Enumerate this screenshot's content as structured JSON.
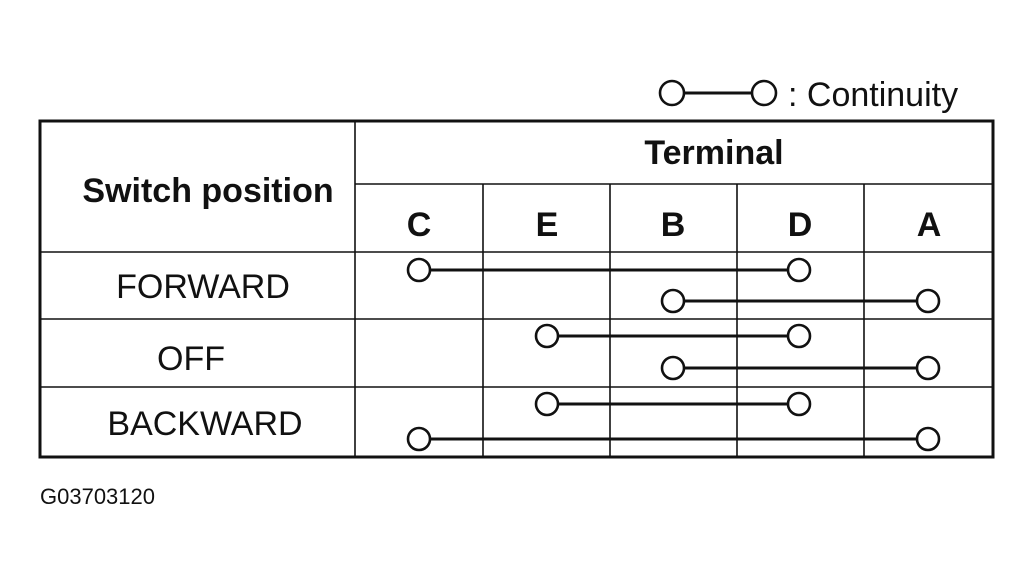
{
  "legend": {
    "label": ": Continuity"
  },
  "table": {
    "row_header": "Switch position",
    "group_header": "Terminal",
    "terminals": [
      "C",
      "E",
      "B",
      "D",
      "A"
    ],
    "positions": [
      {
        "label": "FORWARD",
        "continuity": [
          [
            "C",
            "D"
          ],
          [
            "B",
            "A"
          ]
        ]
      },
      {
        "label": "OFF",
        "continuity": [
          [
            "E",
            "D"
          ],
          [
            "B",
            "A"
          ]
        ]
      },
      {
        "label": "BACKWARD",
        "continuity": [
          [
            "E",
            "D"
          ],
          [
            "C",
            "A"
          ]
        ]
      }
    ]
  },
  "figure_code": "G03703120"
}
